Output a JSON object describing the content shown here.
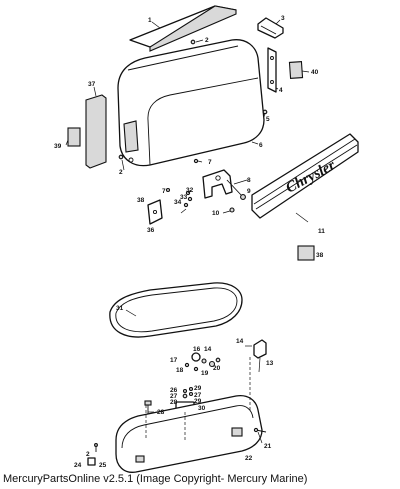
{
  "brand_label": "Chrysler",
  "caption": "MercuryPartsOnline v2.5.1 (Image Copyright- Mercury Marine)",
  "callouts": {
    "c1": "1",
    "c2": "2",
    "c3": "3",
    "c4": "4",
    "c40": "40",
    "c5": "5",
    "c37": "37",
    "c39": "39",
    "c6": "6",
    "c7": "7",
    "c8": "8",
    "c9": "9",
    "c2b": "2",
    "c32": "32",
    "c33": "33",
    "c34": "34",
    "c7b": "7",
    "c38a": "38",
    "c10": "10",
    "c36": "36",
    "c11": "11",
    "c38b": "38",
    "c31": "31",
    "c14a": "14",
    "c13": "13",
    "c16": "16",
    "c14b": "14",
    "c17": "17",
    "c20": "20",
    "c18": "18",
    "c19": "19",
    "c26a": "26",
    "c29a": "29",
    "c27a": "27",
    "c27b": "27",
    "c28a": "28",
    "c29b": "29",
    "c30": "30",
    "c28b": "28",
    "c21": "21",
    "c22": "22",
    "c2c": "2",
    "c24": "24",
    "c25": "25"
  }
}
